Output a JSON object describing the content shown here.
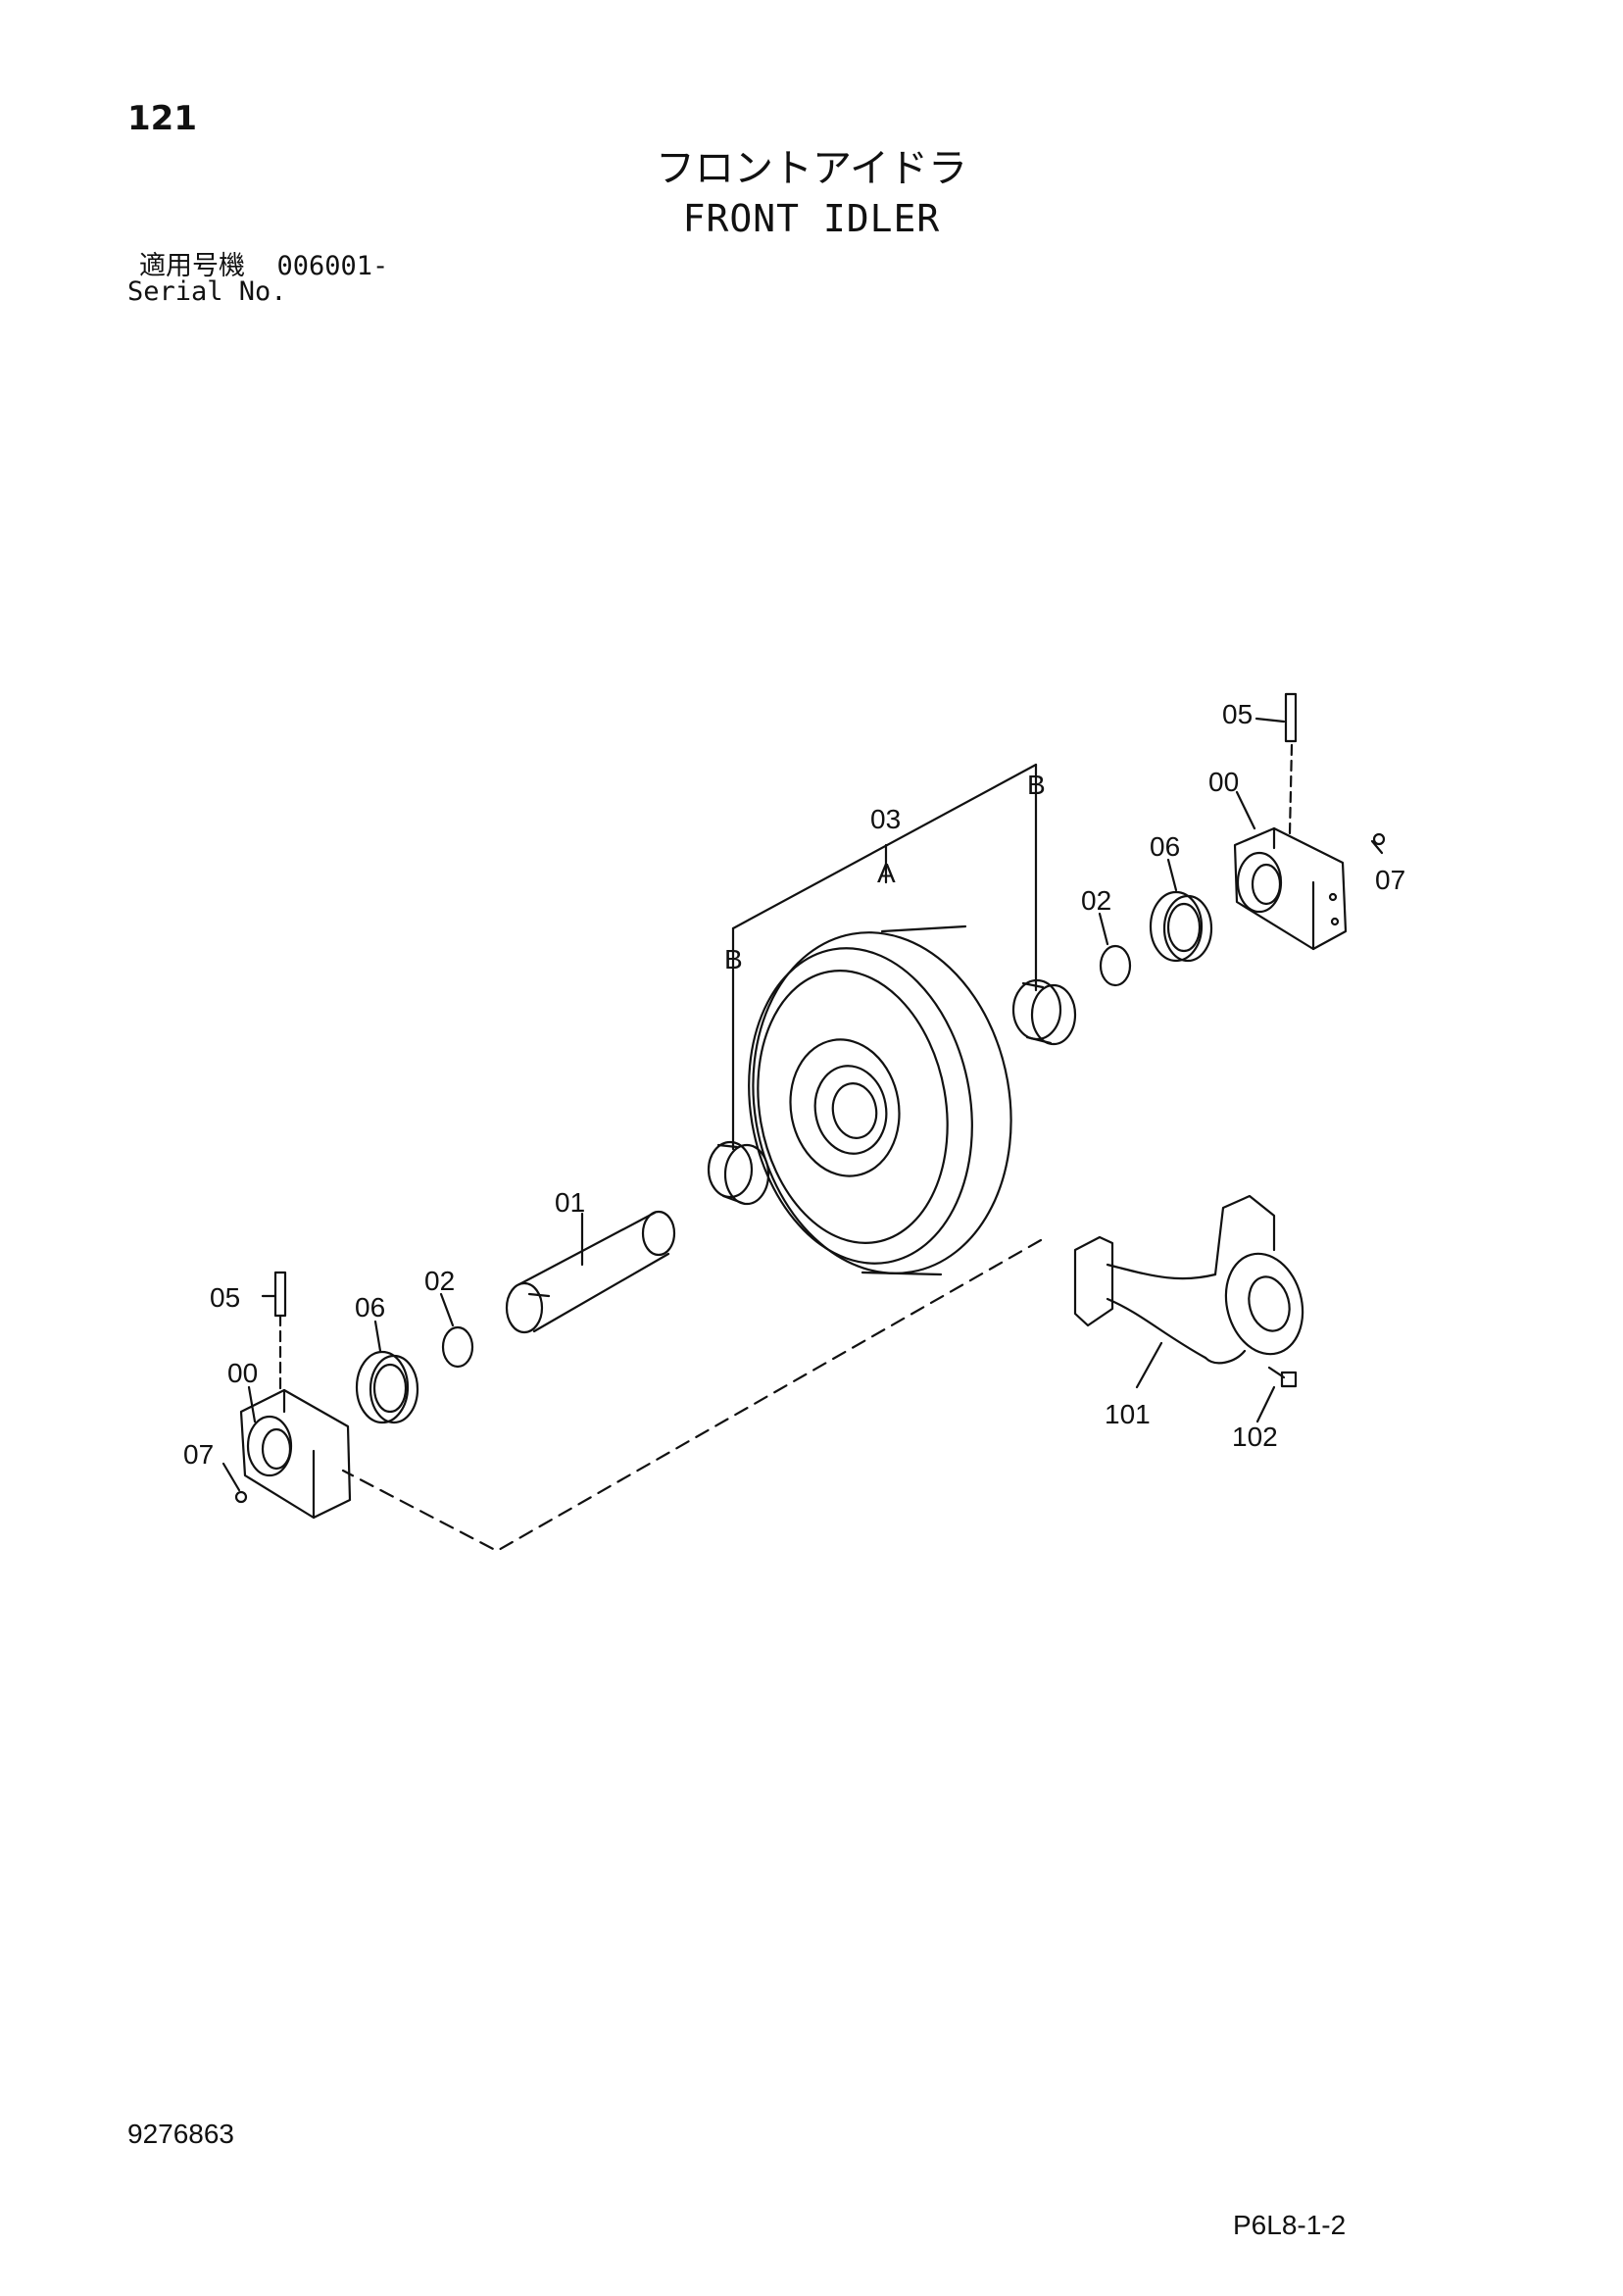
{
  "header": {
    "page_number": "121",
    "title_jp": "フロントアイドラ",
    "title_en": "FRONT IDLER",
    "serial_label_jp": "適用号機",
    "serial_value": "006001-",
    "serial_label_en": "Serial No."
  },
  "callouts": {
    "p05_top": "05",
    "p00_right": "00",
    "p07_right": "07",
    "p06_right": "06",
    "p02_right": "02",
    "p03": "03",
    "pA": "A",
    "pB_right": "B",
    "pB_left": "B",
    "p01": "01",
    "p05_left": "05",
    "p06_left": "06",
    "p02_left": "02",
    "p00_left": "00",
    "p07_left": "07",
    "p101": "101",
    "p102": "102"
  },
  "footer": {
    "document_code": "9276863",
    "page_code": "P6L8-1-2"
  }
}
